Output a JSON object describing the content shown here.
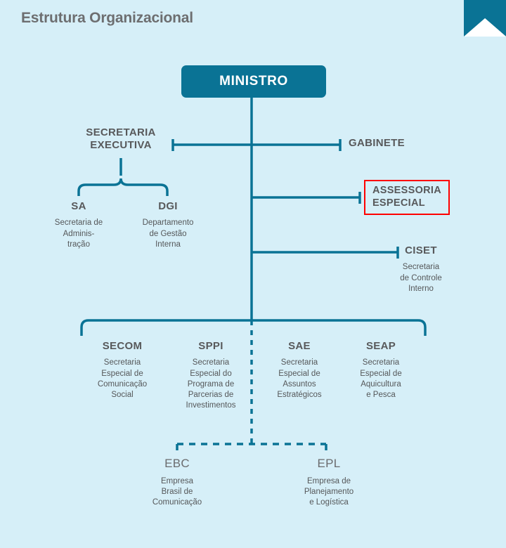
{
  "header": {
    "title": "Estrutura Organizacional",
    "corner_decoration": "triangle-corner-decoration"
  },
  "theme": {
    "background": "#d6eff8",
    "accent_teal": "#0a7395",
    "title_gray": "#6d6e70",
    "label_gray": "#58595b",
    "sub_gray": "#555759",
    "highlight_red": "#ff0000",
    "box_text": "#ffffff"
  },
  "chart_data": {
    "type": "diagram",
    "title": "Estrutura Organizacional",
    "root": {
      "acronym": "MINISTRO",
      "subtitle": ""
    },
    "nodes": [
      {
        "id": "secretaria-executiva",
        "acronym": "SECRETARIA\nEXECUTIVA",
        "subtitle": "",
        "side": "left",
        "level": 1,
        "highlighted": false,
        "link": "solid"
      },
      {
        "id": "gabinete",
        "acronym": "GABINETE",
        "subtitle": "",
        "side": "right",
        "level": 1,
        "highlighted": false,
        "link": "solid"
      },
      {
        "id": "assessoria-especial",
        "acronym": "ASSESSORIA\nESPECIAL",
        "subtitle": "",
        "side": "right",
        "level": 2,
        "highlighted": true,
        "link": "solid"
      },
      {
        "id": "ciset",
        "acronym": "CISET",
        "subtitle": "Secretaria\nde Controle\nInterno",
        "side": "right",
        "level": 3,
        "highlighted": false,
        "link": "solid"
      },
      {
        "id": "sa",
        "acronym": "SA",
        "subtitle": "Secretaria de\nAdminis-\ntração",
        "side": "left",
        "level": 2,
        "parent": "secretaria-executiva",
        "highlighted": false,
        "link": "brace"
      },
      {
        "id": "dgi",
        "acronym": "DGI",
        "subtitle": "Departamento\nde Gestão\nInterna",
        "side": "left",
        "level": 2,
        "parent": "secretaria-executiva",
        "highlighted": false,
        "link": "brace"
      },
      {
        "id": "secom",
        "acronym": "SECOM",
        "subtitle": "Secretaria\nEspecial de\nComunicação\nSocial",
        "side": "bottom",
        "level": 4,
        "highlighted": false,
        "link": "bracket"
      },
      {
        "id": "sppi",
        "acronym": "SPPI",
        "subtitle": "Secretaria\nEspecial do\nPrograma de\nParcerias de\nInvestimentos",
        "side": "bottom",
        "level": 4,
        "highlighted": false,
        "link": "bracket"
      },
      {
        "id": "sae",
        "acronym": "SAE",
        "subtitle": "Secretaria\nEspecial de\nAssuntos\nEstratégicos",
        "side": "bottom",
        "level": 4,
        "highlighted": false,
        "link": "bracket"
      },
      {
        "id": "seap",
        "acronym": "SEAP",
        "subtitle": "Secretaria\nEspecial de\nAquicultura\ne Pesca",
        "side": "bottom",
        "level": 4,
        "highlighted": false,
        "link": "bracket"
      },
      {
        "id": "ebc",
        "acronym": "EBC",
        "subtitle": "Empresa\nBrasil de\nComunicação",
        "side": "bottom",
        "level": 5,
        "highlighted": false,
        "link": "dashed"
      },
      {
        "id": "epl",
        "acronym": "EPL",
        "subtitle": "Empresa de\nPlanejamento\ne Logística",
        "side": "bottom",
        "level": 5,
        "highlighted": false,
        "link": "dashed"
      }
    ]
  }
}
